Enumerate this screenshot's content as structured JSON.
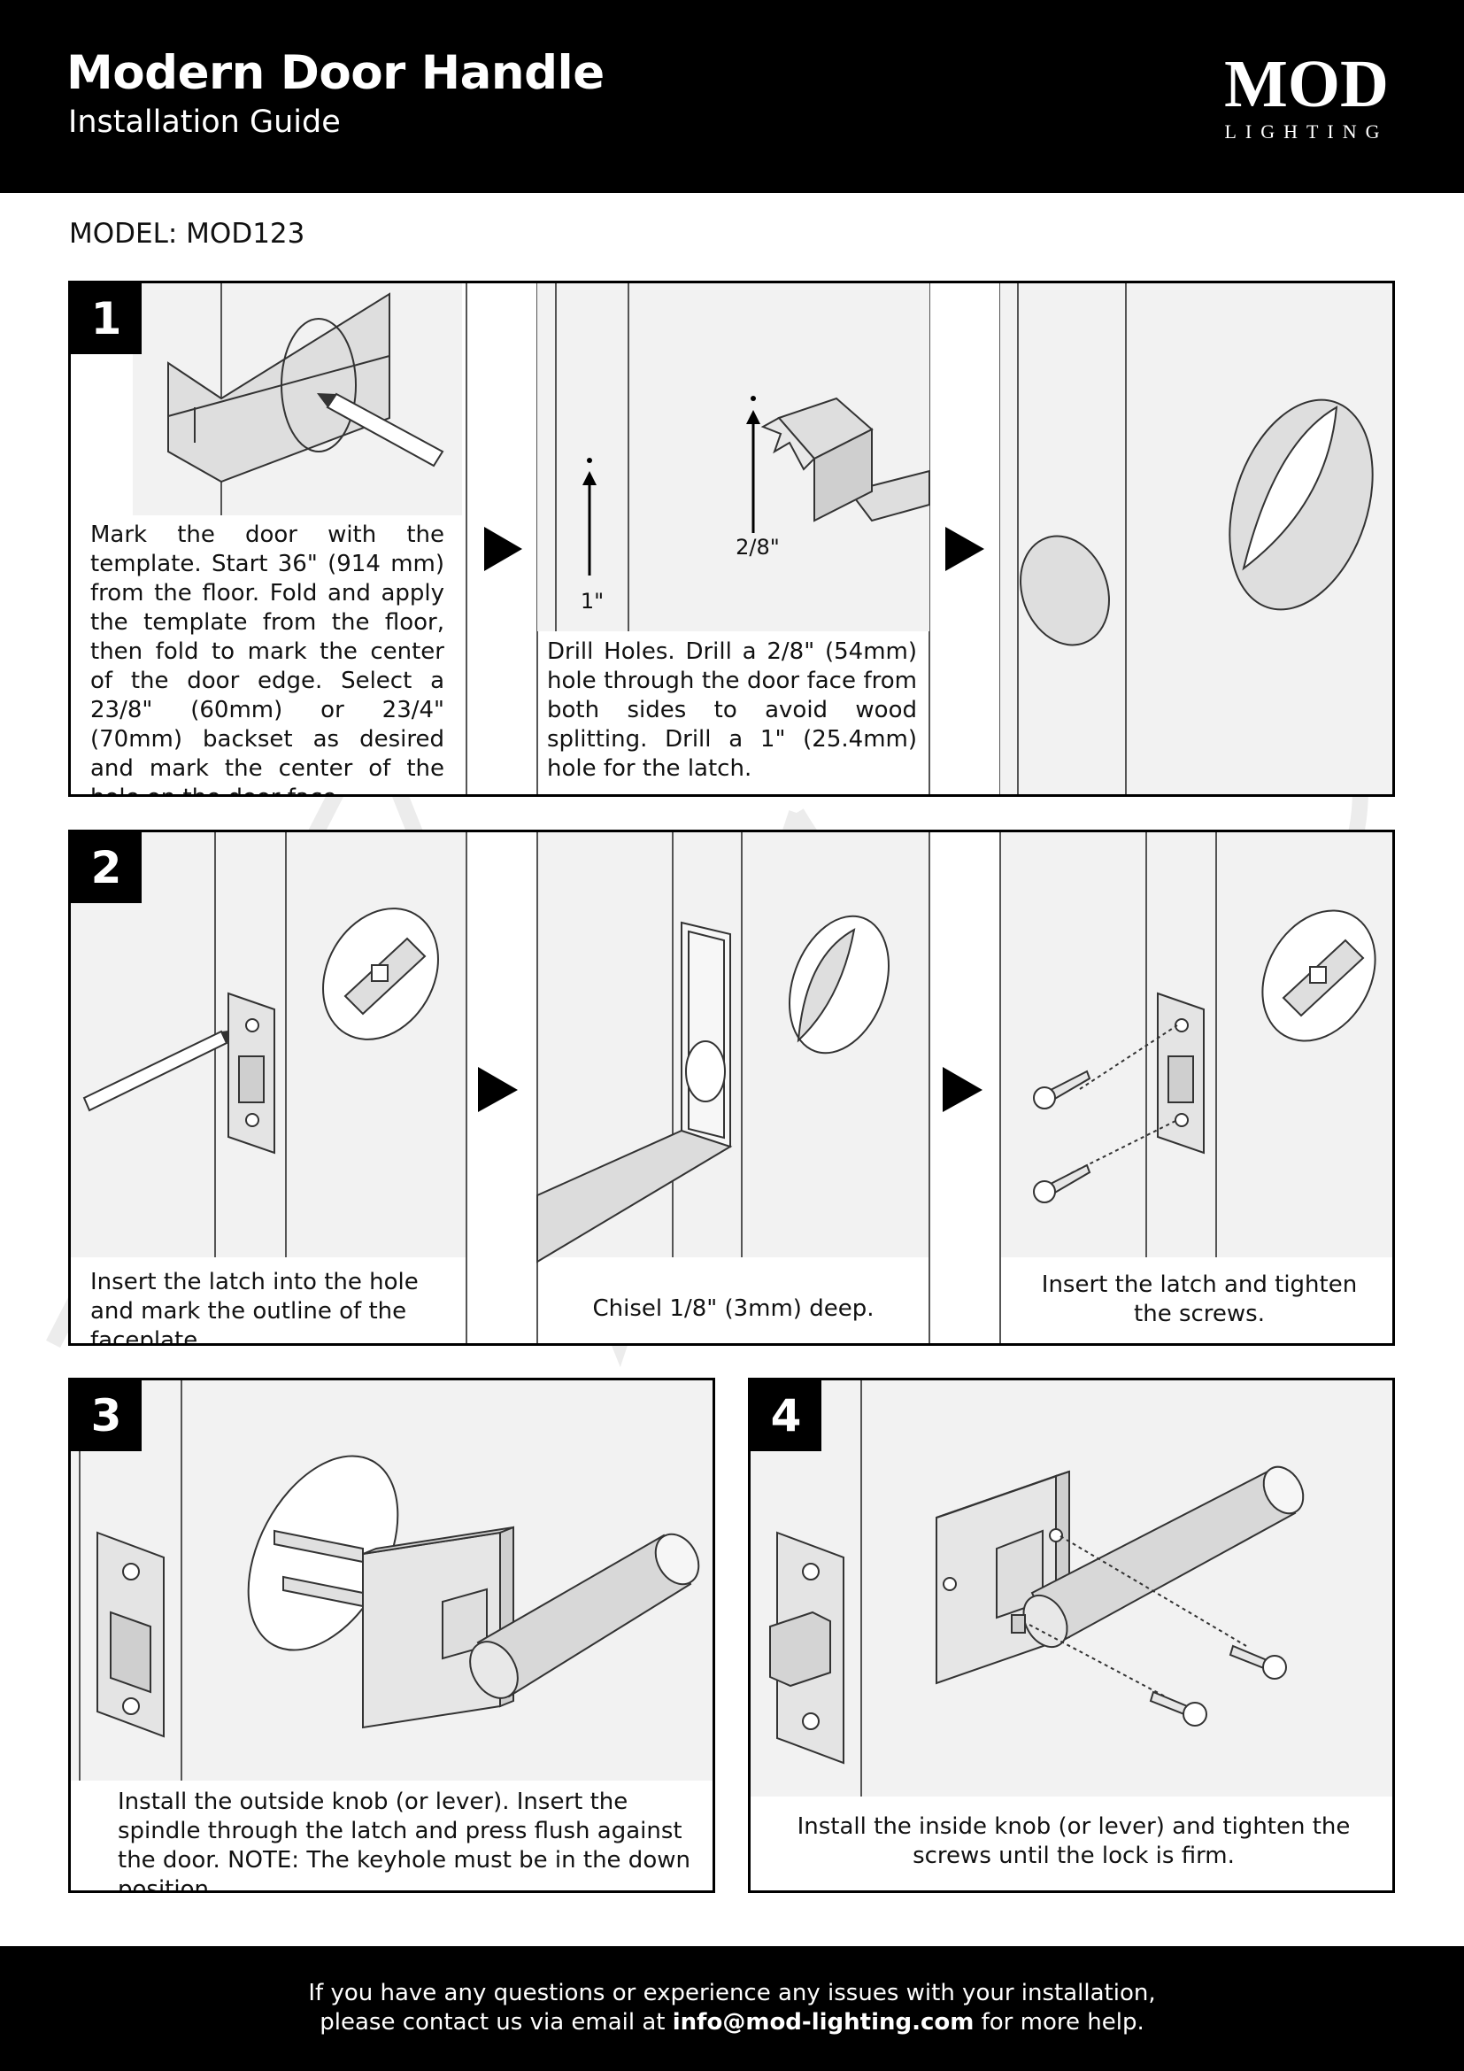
{
  "header": {
    "title": "Modern Door Handle",
    "subtitle": "Installation Guide",
    "logo_main": "MOD",
    "logo_sub": "LIGHTING"
  },
  "model_label": "MODEL: MOD123",
  "steps": [
    {
      "number": "1",
      "panels": [
        {
          "text": "Mark the door with the template. Start 36\" (914 mm) from the floor. Fold and apply the template from the floor, then fold to mark the center of the door edge. Select a 23/8\" (60mm) or 23/4\" (70mm) backset as desired and mark the center of the hole on the door face."
        },
        {
          "text": "Drill Holes. Drill a 2/8\" (54mm) hole through the door face from both sides to avoid wood splitting. Drill a 1\" (25.4mm) hole for the latch.",
          "label_latch": "1\"",
          "label_face": "2/8\""
        },
        {
          "text": ""
        }
      ]
    },
    {
      "number": "2",
      "panels": [
        {
          "text": "Insert the latch into the hole and mark the outline of the faceplate."
        },
        {
          "text": "Chisel 1/8\" (3mm) deep."
        },
        {
          "text": "Insert the latch and tighten the screws."
        }
      ]
    },
    {
      "number": "3",
      "panels": [
        {
          "text": "Install the outside knob (or lever). Insert the spindle through the latch and press flush against the door. NOTE: The keyhole must be in the down position."
        }
      ]
    },
    {
      "number": "4",
      "panels": [
        {
          "text": "Install the inside knob (or lever) and tighten the screws until the lock is firm."
        }
      ]
    }
  ],
  "footer": {
    "line1": "If you have any questions or experience any issues with your installation,",
    "line2_pre": "please contact us via email at",
    "email": "info@mod-lighting.com",
    "line2_post": "for more help."
  },
  "colors": {
    "header_bg": "#000000",
    "panel_fill": "#f4f4f4",
    "part_fill": "#e2e2e2"
  }
}
